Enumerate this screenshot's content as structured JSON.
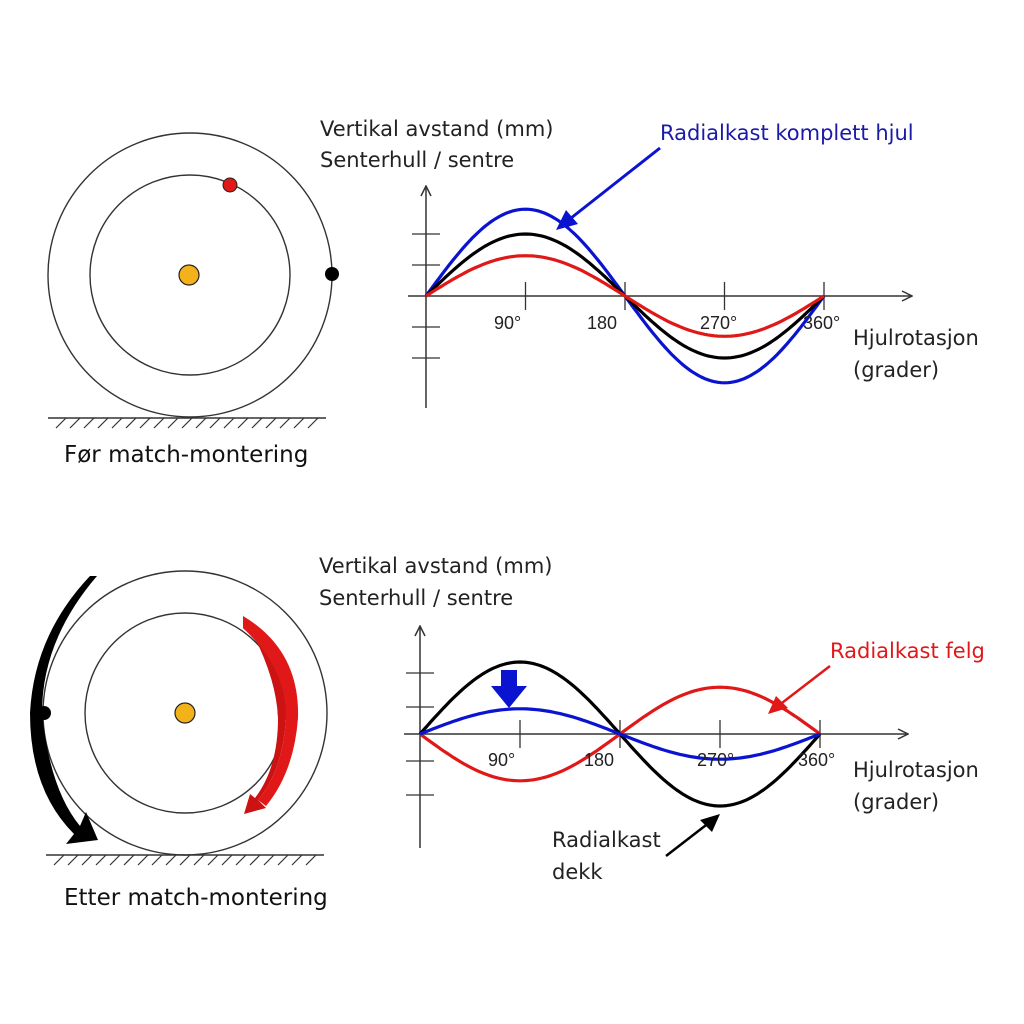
{
  "colors": {
    "black": "#000000",
    "blue": "#0a14d0",
    "red": "#e01818",
    "hub": "#f3b21a",
    "axis": "#333333"
  },
  "panel_top": {
    "caption": "Før match-montering",
    "y_label_line1": "Vertikal avstand (mm)",
    "y_label_line2": "Senterhull / sentre",
    "x_label_line1": "Hjulrotasjon",
    "x_label_line2": "(grader)",
    "ticks": [
      "90°",
      "180",
      "270°",
      "360°"
    ],
    "callout": "Radialkast komplett hjul"
  },
  "panel_bottom": {
    "caption": "Etter match-montering",
    "y_label_line1": "Vertikal avstand (mm)",
    "y_label_line2": "Senterhull / sentre",
    "x_label_line1": "Hjulrotasjon",
    "x_label_line2": "(grader)",
    "ticks": [
      "90°",
      "180",
      "270°",
      "360°"
    ],
    "callout_rim": "Radialkast felg",
    "callout_tire_line1": "Radialkast",
    "callout_tire_line2": "dekk"
  },
  "chart_data": [
    {
      "type": "line",
      "x": [
        0,
        90,
        180,
        270,
        360
      ],
      "xlabel": "Hjulrotasjon (grader)",
      "ylabel": "Vertikal avstand (mm)",
      "series": [
        {
          "color": "#0a14d0",
          "amplitude": 1.4,
          "phase": 0
        },
        {
          "color": "#000000",
          "amplitude": 1.0,
          "phase": 0
        },
        {
          "color": "#e01818",
          "amplitude": 0.65,
          "phase": 0
        }
      ]
    },
    {
      "type": "line",
      "x": [
        0,
        90,
        180,
        270,
        360
      ],
      "xlabel": "Hjulrotasjon (grader)",
      "ylabel": "Vertikal avstand (mm)",
      "series": [
        {
          "color": "#000000",
          "amplitude": 1.0,
          "phase": 0
        },
        {
          "color": "#e01818",
          "amplitude": -0.65,
          "phase": 0
        },
        {
          "color": "#0a14d0",
          "amplitude": 0.35,
          "phase": 0
        }
      ]
    }
  ]
}
